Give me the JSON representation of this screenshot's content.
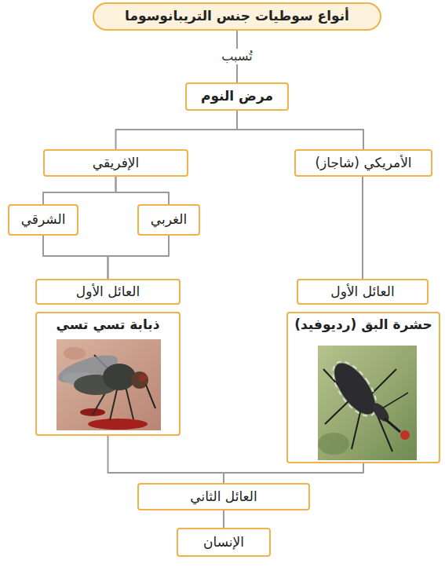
{
  "diagram": {
    "nodes": [
      {
        "text": [
          "أنواع سوطيات جنس التريبانوسوما"
        ]
      },
      {
        "text": [
          "مرض النوم"
        ]
      },
      {
        "text": [
          "الأمريكي (شاجاز)"
        ]
      },
      {
        "text": [
          "الإفريقي"
        ]
      },
      {
        "text": [
          "الغربي"
        ]
      },
      {
        "text": [
          "الشرقي"
        ]
      },
      {
        "text": [
          "العائل الأول"
        ]
      },
      {
        "text": [
          "العائل الأول"
        ]
      },
      {
        "text": [
          "حشرة البق (رديوفيد)"
        ]
      },
      {
        "text": [
          "ذبابة تسي تسي"
        ]
      },
      {
        "text": [
          "العائل الثاني"
        ]
      },
      {
        "text": [
          "الإنسان"
        ]
      }
    ],
    "edges": [
      {
        "from": 0,
        "to": 1,
        "label": "تُسبب",
        "arrow": "none"
      },
      {
        "from": 1,
        "to": 2,
        "arrow": "none"
      },
      {
        "from": 1,
        "to": 3,
        "arrow": "none"
      },
      {
        "from": 3,
        "to": 4,
        "arrow": "none"
      },
      {
        "from": 3,
        "to": 5,
        "arrow": "none"
      },
      {
        "from": 4,
        "to": 7,
        "arrow": "none"
      },
      {
        "from": 5,
        "to": 7,
        "arrow": "none"
      },
      {
        "from": 2,
        "to": 6,
        "arrow": "none"
      },
      {
        "from": 8,
        "to": 10,
        "arrow": "none"
      },
      {
        "from": 9,
        "to": 10,
        "arrow": "none"
      },
      {
        "from": 10,
        "to": 11,
        "arrow": "none"
      }
    ]
  }
}
